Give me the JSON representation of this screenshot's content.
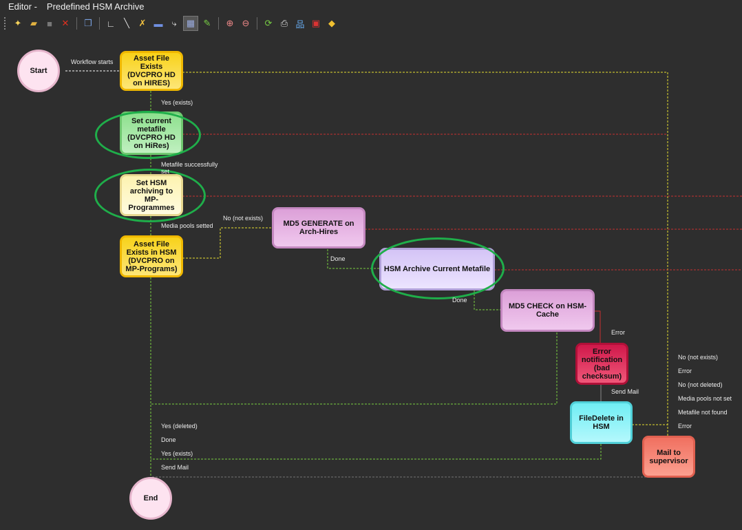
{
  "window": {
    "title_prefix": "Editor -",
    "title": "Predefined HSM Archive"
  },
  "toolbar": [
    {
      "name": "new-icon",
      "glyph": "✦",
      "color": "#f6d35b"
    },
    {
      "name": "open-folder-icon",
      "glyph": "▰",
      "color": "#e0b040"
    },
    {
      "name": "save-icon",
      "glyph": "■",
      "color": "#777"
    },
    {
      "name": "delete-icon",
      "glyph": "✕",
      "color": "#e03020"
    },
    {
      "name": "copy-icon",
      "glyph": "❐",
      "color": "#7aa0e0"
    },
    {
      "name": "orthogonal-connector-icon",
      "glyph": "∟",
      "color": "#ddd"
    },
    {
      "name": "straight-connector-icon",
      "glyph": "╲",
      "color": "#ddd"
    },
    {
      "name": "tools-icon",
      "glyph": "✗",
      "color": "#f0c040"
    },
    {
      "name": "rectangle-icon",
      "glyph": "▬",
      "color": "#6f8fe0"
    },
    {
      "name": "route-connector-icon",
      "glyph": "⤷",
      "color": "#ddd"
    },
    {
      "name": "layout-icon",
      "glyph": "▦",
      "color": "#9ad"
    },
    {
      "name": "highlighter-icon",
      "glyph": "✎",
      "color": "#7c4"
    },
    {
      "name": "zoom-in-icon",
      "glyph": "⊕",
      "color": "#e88"
    },
    {
      "name": "zoom-out-icon",
      "glyph": "⊖",
      "color": "#e88"
    },
    {
      "name": "refresh-icon",
      "glyph": "⟳",
      "color": "#7c4"
    },
    {
      "name": "print-icon",
      "glyph": "⎙",
      "color": "#ddd"
    },
    {
      "name": "hierarchy-icon",
      "glyph": "品",
      "color": "#6ae"
    },
    {
      "name": "export-pdf-icon",
      "glyph": "▣",
      "color": "#d33"
    },
    {
      "name": "package-icon",
      "glyph": "◆",
      "color": "#f0c030"
    }
  ],
  "nodes": {
    "start": "Start",
    "end": "End",
    "asset_hires": "Asset File Exists (DVCPRO HD on HIRES)",
    "set_metafile": "Set current metafile (DVCPRO HD on HiRes)",
    "set_hsm": "Set HSM archiving to MP-Programmes",
    "asset_hsm": "Asset File Exists in HSM (DVCPRO on MP-Programs)",
    "md5_generate": "MD5 GENERATE on Arch-Hires",
    "hsm_archive": "HSM Archive Current Metafile",
    "md5_check": "MD5 CHECK on HSM-Cache",
    "error_notification": "Error notification (bad checksum)",
    "file_delete": "FileDelete in HSM",
    "mail_supervisor": "Mail to supervisor"
  },
  "edge_labels": {
    "workflow_starts": "Workflow starts",
    "yes_exists": "Yes (exists)",
    "metafile_set": "Metafile successfully set",
    "media_pools": "Media pools setted",
    "no_not_exists": "No (not exists)",
    "done1": "Done",
    "done2": "Done",
    "error": "Error",
    "send_mail": "Send Mail",
    "left": [
      "Yes (deleted)",
      "Done",
      "Yes (exists)",
      "Send Mail"
    ],
    "right": [
      "No (not exists)",
      "Error",
      "No (not deleted)",
      "Media pools not set",
      "Metafile not found",
      "Error"
    ]
  }
}
